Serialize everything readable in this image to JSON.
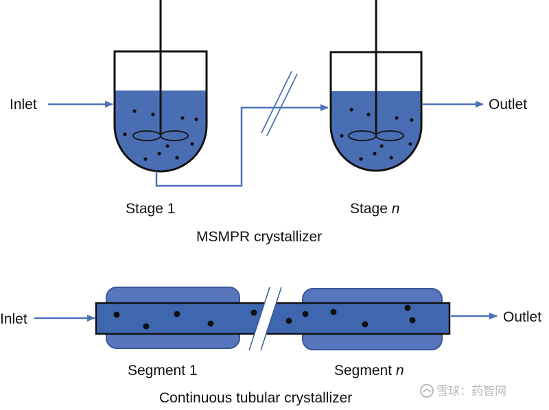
{
  "colors": {
    "liquid": "#4a6eb3",
    "tube_fill": "#3f67b0",
    "jacket_fill": "#5776bd",
    "jacket_stroke": "#3a5799",
    "arrow": "#4a72b8",
    "outline": "#111111",
    "particle": "#111111"
  },
  "msmpr": {
    "caption": "MSMPR crystallizer",
    "inlet_label": "Inlet",
    "outlet_label": "Outlet",
    "stage1_label": "Stage 1",
    "stagen_prefix": "Stage ",
    "stagen_var": "n"
  },
  "tubular": {
    "caption": "Continuous tubular crystallizer",
    "inlet_label": "Inlet",
    "outlet_label": "Outlet",
    "segment1_label": "Segment 1",
    "segmentn_prefix": "Segment ",
    "segmentn_var": "n"
  },
  "watermark": {
    "icon": "snowball-logo-icon",
    "text": "雪球：药智网"
  }
}
